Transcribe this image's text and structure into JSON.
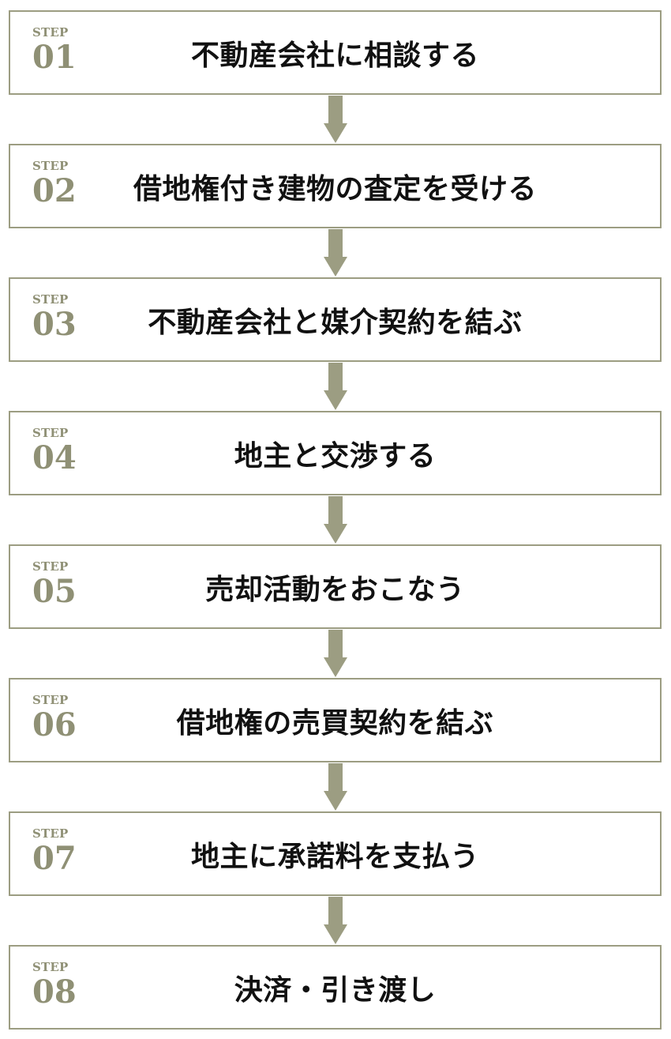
{
  "colors": {
    "accent": "#9c9d82",
    "step_text": "#8f9075",
    "title_text": "#111111",
    "background": "#ffffff"
  },
  "steps": [
    {
      "word": "STEP",
      "number": "01",
      "title": "不動産会社に相談する"
    },
    {
      "word": "STEP",
      "number": "02",
      "title": "借地権付き建物の査定を受ける"
    },
    {
      "word": "STEP",
      "number": "03",
      "title": "不動産会社と媒介契約を結ぶ"
    },
    {
      "word": "STEP",
      "number": "04",
      "title": "地主と交渉する"
    },
    {
      "word": "STEP",
      "number": "05",
      "title": "売却活動をおこなう"
    },
    {
      "word": "STEP",
      "number": "06",
      "title": "借地権の売買契約を結ぶ"
    },
    {
      "word": "STEP",
      "number": "07",
      "title": "地主に承諾料を支払う"
    },
    {
      "word": "STEP",
      "number": "08",
      "title": "決済・引き渡し"
    }
  ],
  "connector_icon": "down-arrow-icon"
}
